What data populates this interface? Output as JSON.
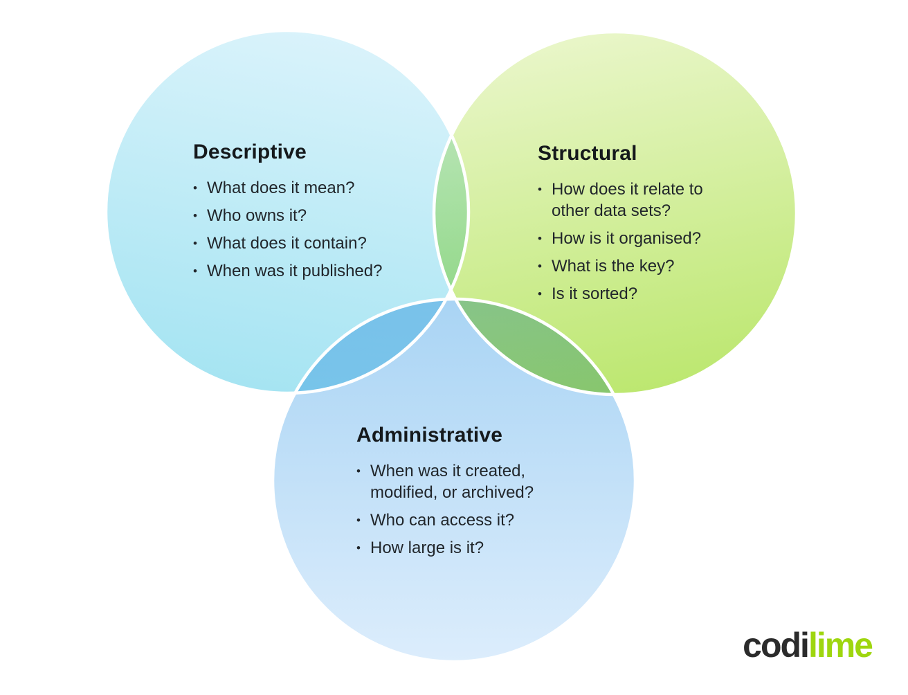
{
  "diagram": {
    "stroke_color": "#ffffff",
    "title_color": "#15191c",
    "body_color": "#21262b",
    "circles": [
      {
        "id": "descriptive",
        "title": "Descriptive",
        "items": [
          "What does it mean?",
          "Who owns it?",
          "What does it contain?",
          "When was it published?"
        ],
        "color_top": "#daf3fb",
        "color_bottom": "#a5e4f2"
      },
      {
        "id": "structural",
        "title": "Structural",
        "items": [
          "How does it relate to other data sets?",
          "How is it organised?",
          "What is the key?",
          "Is it sorted?"
        ],
        "color_top": "#e9f6c9",
        "color_bottom": "#bce76f"
      },
      {
        "id": "administrative",
        "title": "Administrative",
        "items": [
          "When was it created, modified, or archived?",
          "Who can access it?",
          "How large is it?"
        ],
        "color_top": "#a9d4f4",
        "color_bottom": "#dcedfc"
      }
    ]
  },
  "logo": {
    "part1": "codi",
    "part2": "lime",
    "color_dark": "#2b2b2b",
    "color_lime": "#9ed60e"
  },
  "ui": {
    "bullet": "•"
  }
}
